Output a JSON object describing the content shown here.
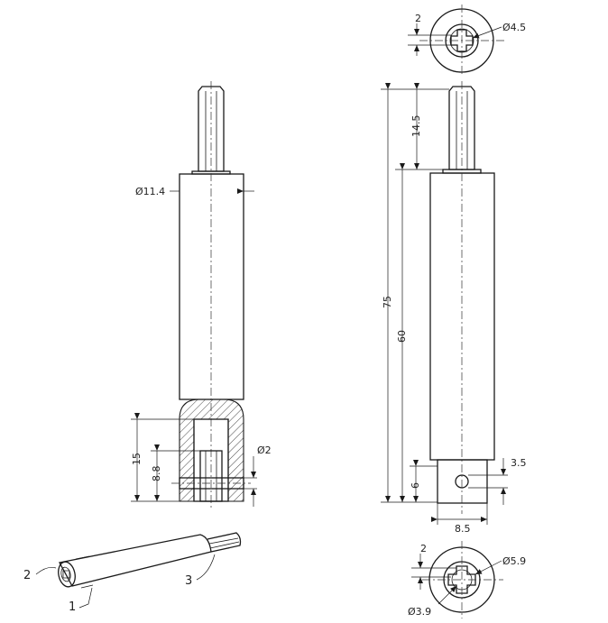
{
  "front_view": {
    "dia_body": "Ø11.4",
    "dia_hole": "Ø2",
    "len_bore": "15",
    "len_hole": "8.8"
  },
  "side_view": {
    "len_total": "75",
    "len_body": "60",
    "len_shaft": "14.5",
    "len_hole_pos": "6",
    "dia_cross_hole": "3.5",
    "width_end": "8.5"
  },
  "top_end_view": {
    "offset": "2",
    "dia": "Ø4.5"
  },
  "bottom_end_view": {
    "offset": "2",
    "dia_outer": "Ø5.9",
    "dia_inner": "Ø3.9"
  },
  "callouts": [
    "1",
    "2",
    "3"
  ]
}
